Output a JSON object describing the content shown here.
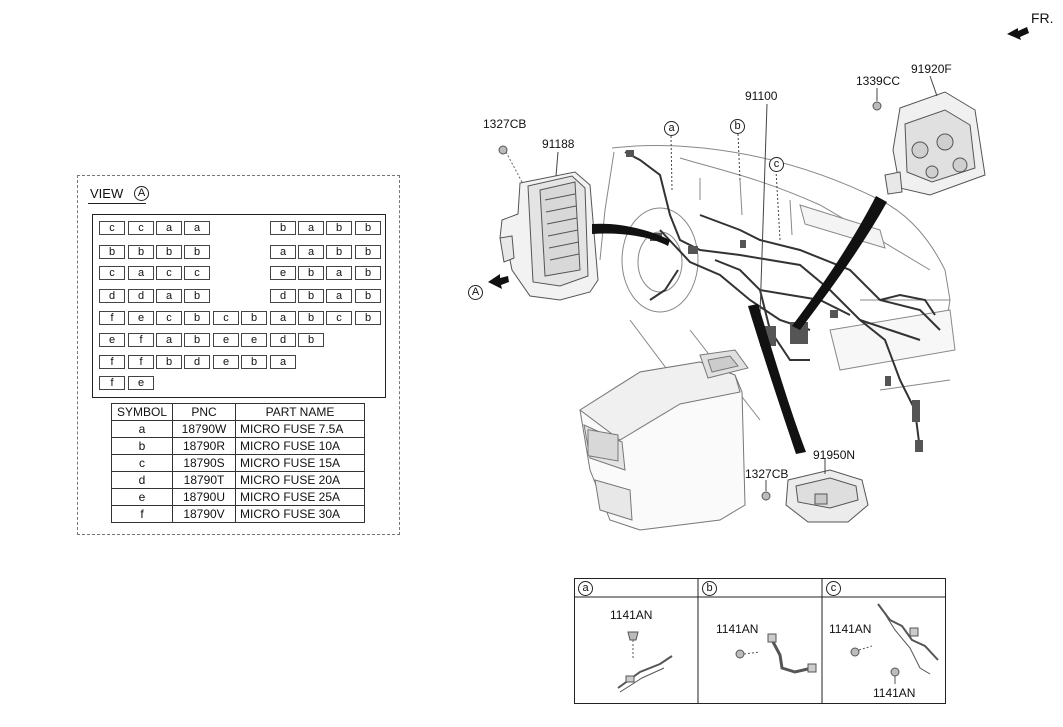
{
  "header": {
    "fr_label": "FR."
  },
  "view": {
    "title": "VIEW",
    "marker": "A",
    "fuse_rows": [
      [
        "c",
        "c",
        "a",
        "a",
        "",
        "",
        "b",
        "a",
        "b",
        "b"
      ],
      [
        "b",
        "b",
        "b",
        "b",
        "",
        "",
        "a",
        "a",
        "b",
        "b"
      ],
      [
        "c",
        "a",
        "c",
        "c",
        "",
        "",
        "e",
        "b",
        "a",
        "b"
      ],
      [
        "d",
        "d",
        "a",
        "b",
        "",
        "",
        "d",
        "b",
        "a",
        "b"
      ],
      [
        "f",
        "e",
        "c",
        "b",
        "c",
        "b",
        "a",
        "b",
        "c",
        "b"
      ],
      [
        "e",
        "f",
        "a",
        "b",
        "e",
        "e",
        "d",
        "b"
      ],
      [
        "f",
        "f",
        "b",
        "d",
        "e",
        "b",
        "a"
      ],
      [
        "f",
        "e"
      ]
    ]
  },
  "symbol_table": {
    "headers": [
      "SYMBOL",
      "PNC",
      "PART NAME"
    ],
    "rows": [
      [
        "a",
        "18790W",
        "MICRO FUSE 7.5A"
      ],
      [
        "b",
        "18790R",
        "MICRO FUSE 10A"
      ],
      [
        "c",
        "18790S",
        "MICRO FUSE 15A"
      ],
      [
        "d",
        "18790T",
        "MICRO FUSE 20A"
      ],
      [
        "e",
        "18790U",
        "MICRO FUSE 25A"
      ],
      [
        "f",
        "18790V",
        "MICRO FUSE 30A"
      ]
    ]
  },
  "callouts": {
    "p1327cb_top": "1327CB",
    "p91188": "91188",
    "view_arrow": "A",
    "circ_a": "a",
    "circ_b": "b",
    "circ_c": "c",
    "p91100": "91100",
    "p1339cc": "1339CC",
    "p91920f": "91920F",
    "p1327cb_bottom": "1327CB",
    "p91950n": "91950N"
  },
  "details": {
    "a": {
      "marker": "a",
      "part": "1141AN"
    },
    "b": {
      "marker": "b",
      "part": "1141AN"
    },
    "c": {
      "marker": "c",
      "part_1": "1141AN",
      "part_2": "1141AN"
    }
  }
}
